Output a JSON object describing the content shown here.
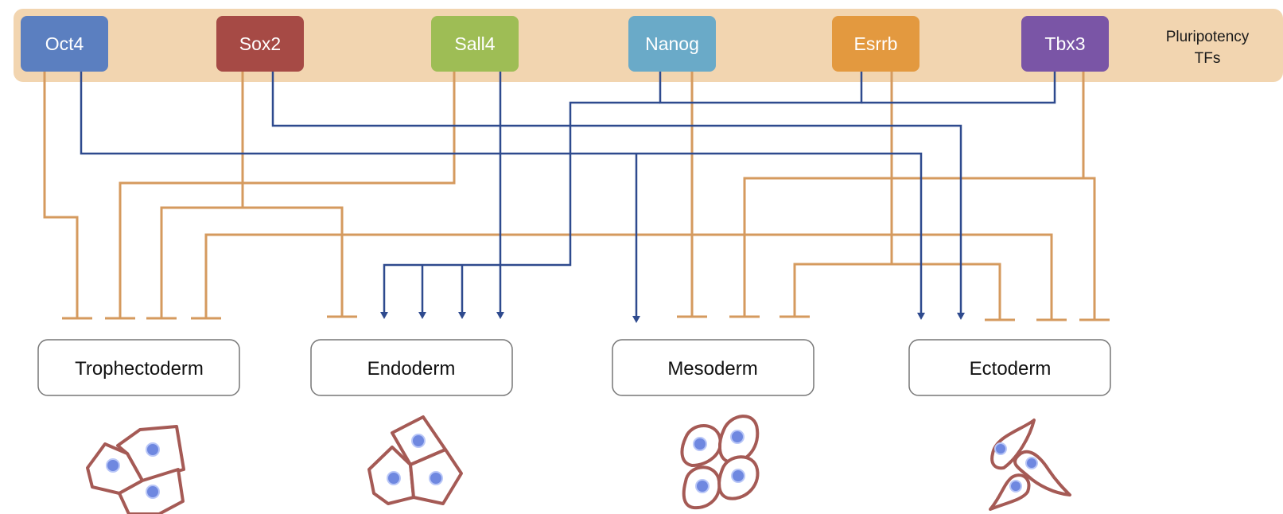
{
  "header": {
    "side_label_line1": "Pluripotency",
    "side_label_line2": "TFs",
    "band_color": "#f2d5b0"
  },
  "transcription_factors": [
    {
      "id": "oct4",
      "label": "Oct4",
      "color": "#5b7fc0"
    },
    {
      "id": "sox2",
      "label": "Sox2",
      "color": "#a64a45"
    },
    {
      "id": "sall4",
      "label": "Sall4",
      "color": "#9ebd55"
    },
    {
      "id": "nanog",
      "label": "Nanog",
      "color": "#6aaac8"
    },
    {
      "id": "esrrb",
      "label": "Esrrb",
      "color": "#e3993f"
    },
    {
      "id": "tbx3",
      "label": "Tbx3",
      "color": "#7a55a6"
    }
  ],
  "lineages": [
    {
      "id": "trophectoderm",
      "label": "Trophectoderm"
    },
    {
      "id": "endoderm",
      "label": "Endoderm"
    },
    {
      "id": "mesoderm",
      "label": "Mesoderm"
    },
    {
      "id": "ectoderm",
      "label": "Ectoderm"
    }
  ],
  "legend_colors": {
    "activation": "#2e4a8e",
    "repression": "#d59a5e",
    "cell_outline": "#a55a55",
    "nucleus": "#6f88e0"
  },
  "edges": {
    "repression": [
      {
        "from": "oct4",
        "to": "trophectoderm"
      },
      {
        "from": "sall4",
        "to": "trophectoderm"
      },
      {
        "from": "sox2",
        "to": "trophectoderm"
      },
      {
        "from": "sox2",
        "to": "endoderm"
      },
      {
        "from": "nanog",
        "to": "mesoderm"
      },
      {
        "from": "tbx3",
        "to": "mesoderm"
      },
      {
        "from": "esrrb",
        "to": "mesoderm"
      },
      {
        "from": "esrrb",
        "to": "ectoderm"
      },
      {
        "from": "tbx3",
        "to": "ectoderm"
      }
    ],
    "activation": [
      {
        "from": "nanog",
        "to": "endoderm"
      },
      {
        "from": "esrrb",
        "to": "endoderm"
      },
      {
        "from": "tbx3",
        "to": "endoderm"
      },
      {
        "from": "sall4",
        "to": "endoderm"
      },
      {
        "from": "oct4",
        "to": "mesoderm"
      },
      {
        "from": "oct4",
        "to": "ectoderm"
      },
      {
        "from": "sox2",
        "to": "ectoderm"
      }
    ]
  }
}
